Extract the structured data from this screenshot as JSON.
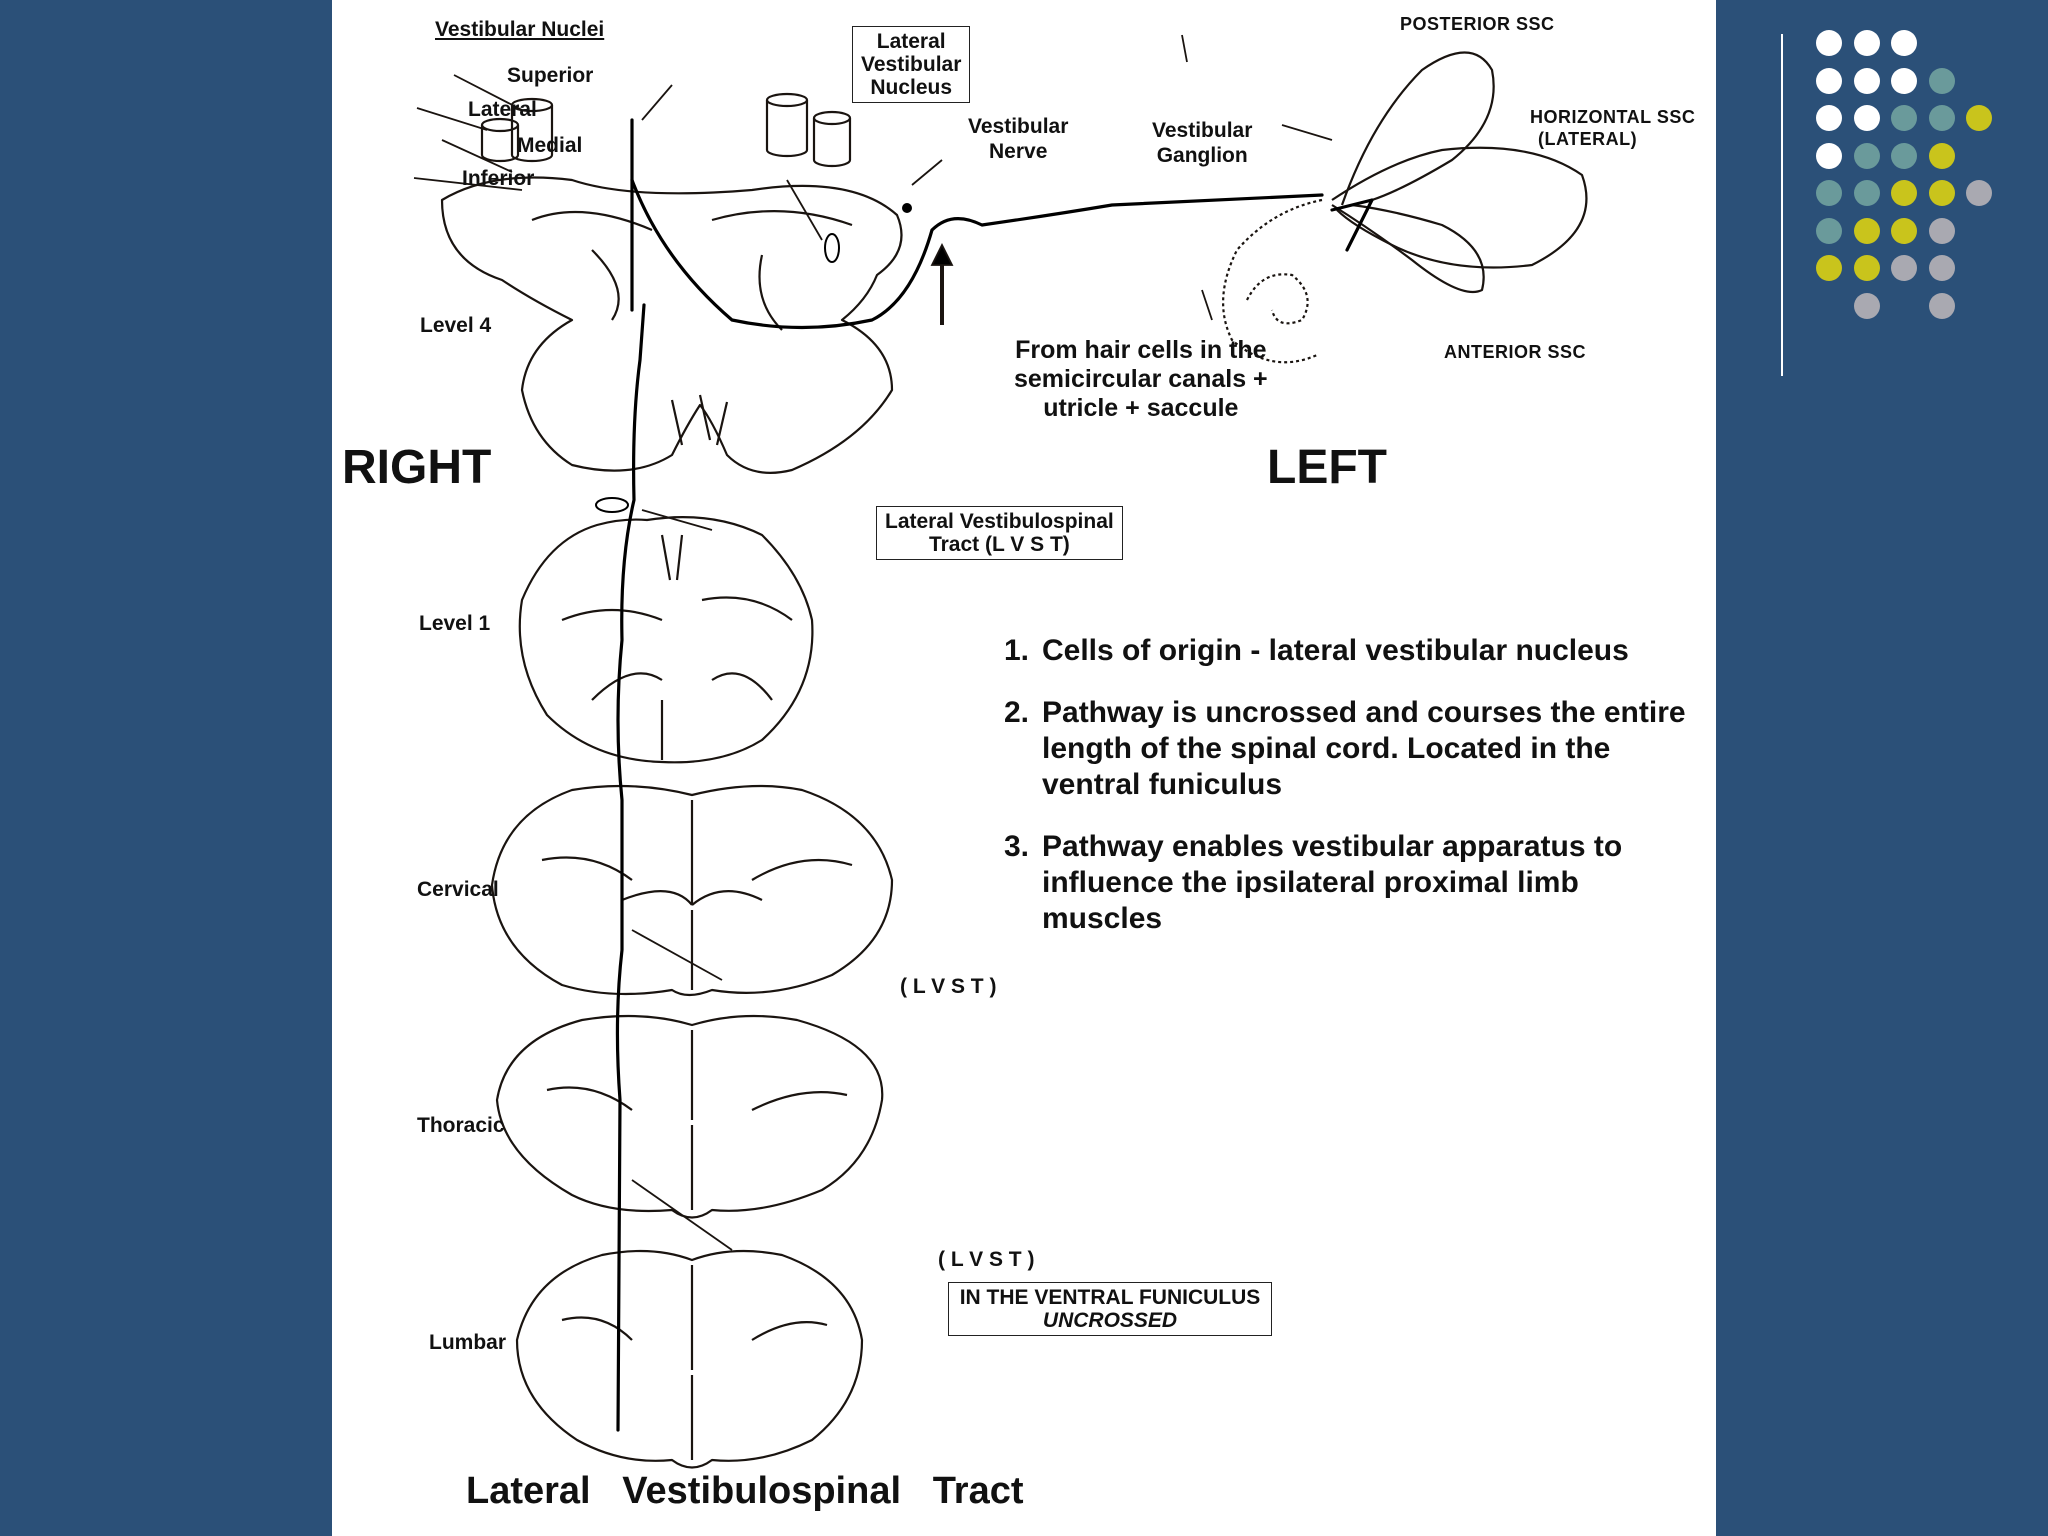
{
  "header": {
    "vestibular_nuclei": "Vestibular Nuclei",
    "superior": "Superior",
    "lateral": "Lateral",
    "medial": "Medial",
    "inferior": "Inferior",
    "lateral_vestibular_nucleus_box": [
      "Lateral",
      "Vestibular",
      "Nucleus"
    ],
    "vestibular_nerve": [
      "Vestibular",
      "Nerve"
    ],
    "vestibular_ganglion": [
      "Vestibular",
      "Ganglion"
    ],
    "posterior_ssc": "POSTERIOR SSC",
    "horizontal_ssc": [
      "HORIZONTAL SSC",
      "(LATERAL)"
    ],
    "anterior_ssc": "ANTERIOR SSC",
    "hair_cells": [
      "From hair cells in the",
      "semicircular canals +",
      "utricle + saccule"
    ]
  },
  "sides": {
    "right": "RIGHT",
    "left": "LEFT"
  },
  "levels": {
    "level4": "Level 4",
    "level1": "Level 1",
    "cervical": "Cervical",
    "thoracic": "Thoracic",
    "lumbar": "Lumbar"
  },
  "tract_labels": {
    "lvst_box": [
      "Lateral Vestibulospinal",
      "Tract (L V S T)"
    ],
    "lvst_cervical": "( L V S T )",
    "lvst_thoracic": "( L V S T )",
    "ventral_box": [
      "IN THE VENTRAL FUNICULUS",
      "UNCROSSED"
    ]
  },
  "notes": [
    {
      "num": "1.",
      "text": "Cells of origin - lateral vestibular nucleus"
    },
    {
      "num": "2.",
      "text": "Pathway is uncrossed and courses the entire length of the spinal cord.  Located in the ventral funiculus"
    },
    {
      "num": "3.",
      "text": "Pathway enables vestibular apparatus to influence the ipsilateral proximal limb muscles"
    }
  ],
  "footer": {
    "title": "Lateral   Vestibulospinal   Tract"
  },
  "colors": {
    "slide_bg": "#2b5078",
    "panel": "#ffffff",
    "dot_white": "#ffffff",
    "dot_teal": "#6a9a9b",
    "dot_yellow": "#c9c41c",
    "dot_gray": "#a9a9b1"
  },
  "decoration": {
    "dot_rows": [
      [
        "white",
        "white",
        "white",
        "none",
        "none"
      ],
      [
        "white",
        "white",
        "white",
        "teal",
        "none"
      ],
      [
        "white",
        "white",
        "teal",
        "teal",
        "yellow"
      ],
      [
        "white",
        "teal",
        "teal",
        "yellow",
        "none"
      ],
      [
        "teal",
        "teal",
        "yellow",
        "yellow",
        "gray"
      ],
      [
        "teal",
        "yellow",
        "yellow",
        "gray",
        "none"
      ],
      [
        "yellow",
        "yellow",
        "gray",
        "gray",
        "none"
      ],
      [
        "none",
        "gray",
        "none",
        "gray",
        "none"
      ]
    ]
  }
}
